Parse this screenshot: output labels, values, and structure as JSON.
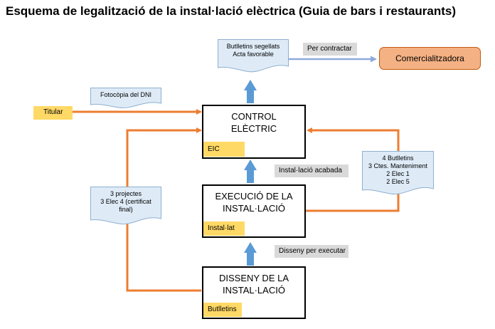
{
  "title": "Esquema de legalització de la instal·lació elèctrica (Guia de bars i restaurants)",
  "boxes": {
    "control": {
      "line1": "CONTROL",
      "line2": "ELÈCTRIC",
      "tag": "EIC"
    },
    "execucio": {
      "line1": "EXECUCIÓ DE LA",
      "line2": "INSTAL·LACIÓ",
      "tag": "Instal·lat"
    },
    "disseny": {
      "line1": "DISSENY DE LA",
      "line2": "INSTAL·LACIÓ",
      "tag": "Butlletins"
    }
  },
  "labels": {
    "titular": "Titular",
    "comercialitzadora": "Comercialitzadora",
    "per_contractar": "Per contractar",
    "installacio_acabada": "Instal·lació acabada",
    "disseny_per_executar": "Disseny per executar"
  },
  "docs": {
    "segellats": {
      "line1": "Butlletins segellats",
      "line2": "Acta favorable"
    },
    "dni": {
      "line1": "Fotocòpia del DNI"
    },
    "projectes": {
      "line1": "3 projectes",
      "line2": "3 Elec 4 (certificat",
      "line3": "final)"
    },
    "butlletins": {
      "line1": "4 Butlletins",
      "line2": "3 Ctes. Manteniment",
      "line3": "2 Elec 1",
      "line4": "2 Elec 5"
    }
  },
  "colors": {
    "orange_line": "#ed7d31",
    "blue_arrow": "#5b9bd5",
    "doc_fill": "#deebf7",
    "doc_stroke": "#8fafd0",
    "yellow_label": "#ffd966",
    "grey_label": "#d9d9d9",
    "comercial_fill": "#f4b183"
  }
}
